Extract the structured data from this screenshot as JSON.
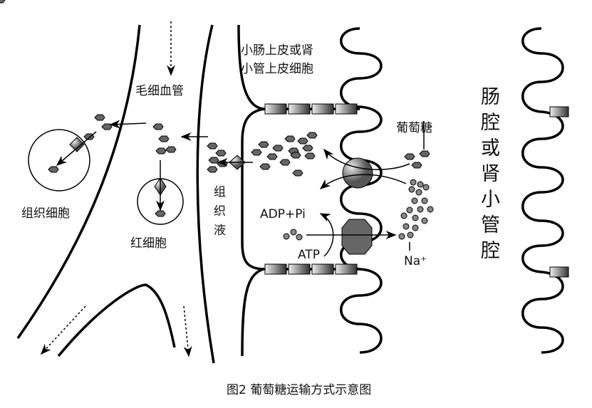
{
  "labels": {
    "capillary": "毛细血管",
    "epithelial_line1": "小肠上皮或肾",
    "epithelial_line2": "小管上皮细胞",
    "glucose": "葡萄糖",
    "tissue_fluid": [
      "组",
      "织",
      "液"
    ],
    "tissue_cell": "组织细胞",
    "red_blood_cell": "红细胞",
    "adp": "ADP+Pi",
    "atp": "ATP",
    "sodium": "Na⁺",
    "lumen": [
      "肠",
      "腔",
      "或",
      "肾",
      "小",
      "管",
      "腔"
    ]
  },
  "caption": "图2  葡萄糖运输方式示意图"
}
